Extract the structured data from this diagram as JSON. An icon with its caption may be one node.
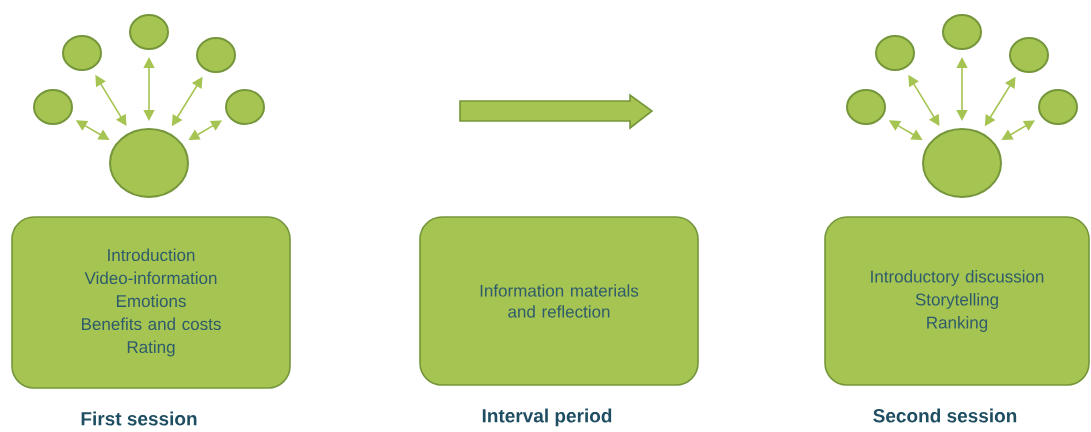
{
  "diagram": {
    "nodes": [
      {
        "text": [],
        "shape": "circle"
      },
      {
        "text": [],
        "shape": "circle"
      },
      {
        "text": [],
        "shape": "circle"
      },
      {
        "text": [],
        "shape": "circle"
      },
      {
        "text": [],
        "shape": "circle"
      },
      {
        "text": [],
        "shape": "circle"
      },
      {
        "text": [
          "Introduction",
          "Video-information",
          "Emotions",
          "Benefits and costs",
          "Rating"
        ],
        "beside": [
          "First session"
        ]
      },
      {
        "text": [
          "Information materials and reflection"
        ],
        "beside": [
          "Interval period"
        ]
      },
      {
        "text": [],
        "shape": "circle"
      },
      {
        "text": [],
        "shape": "circle"
      },
      {
        "text": [],
        "shape": "circle"
      },
      {
        "text": [],
        "shape": "circle"
      },
      {
        "text": [],
        "shape": "circle"
      },
      {
        "text": [],
        "shape": "circle"
      },
      {
        "text": [
          "Introductory discussion",
          "Storytelling",
          "Ranking"
        ],
        "beside": [
          "Second session"
        ]
      }
    ],
    "edges": [
      {
        "from": 5,
        "to": 0,
        "arrow": "both"
      },
      {
        "from": 5,
        "to": 1,
        "arrow": "both"
      },
      {
        "from": 5,
        "to": 2,
        "arrow": "both"
      },
      {
        "from": 5,
        "to": 3,
        "arrow": "both"
      },
      {
        "from": 5,
        "to": 4,
        "arrow": "both"
      },
      {
        "from": 13,
        "to": 8,
        "arrow": "both"
      },
      {
        "from": 13,
        "to": 9,
        "arrow": "both"
      },
      {
        "from": 13,
        "to": 10,
        "arrow": "both"
      },
      {
        "from": 13,
        "to": 11,
        "arrow": "both"
      },
      {
        "from": 13,
        "to": 12,
        "arrow": "both"
      }
    ]
  }
}
